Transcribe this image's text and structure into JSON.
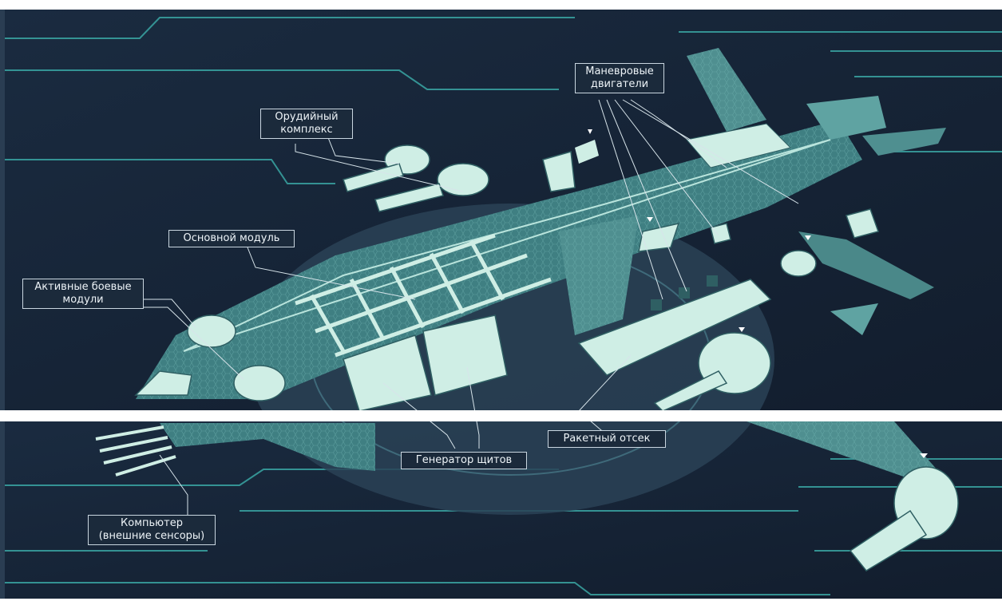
{
  "colors": {
    "background": "#17253a",
    "panel_lines": "#3aa7a4",
    "hull": "#4f8f90",
    "hull_light": "#b9e4dc",
    "hull_dark": "#2f5f63",
    "label_bg": "#1b2a3b",
    "label_border": "#c9d6e0",
    "label_text": "#eef4f8",
    "gap": "#ffffff"
  },
  "labels": {
    "weapon_complex": {
      "line1": "Орудийный",
      "line2": "комплекс"
    },
    "maneuver_engines": {
      "line1": "Маневровые",
      "line2": "двигатели"
    },
    "main_module": {
      "line1": "Основной модуль"
    },
    "combat_modules": {
      "line1": "Активные боевые",
      "line2": "модули"
    },
    "shield_generator": {
      "line1": "Генератор щитов"
    },
    "missile_bay": {
      "line1": "Ракетный отсек"
    },
    "computer": {
      "line1": "Компьютер",
      "line2": "(внешние сенсоры)"
    }
  }
}
